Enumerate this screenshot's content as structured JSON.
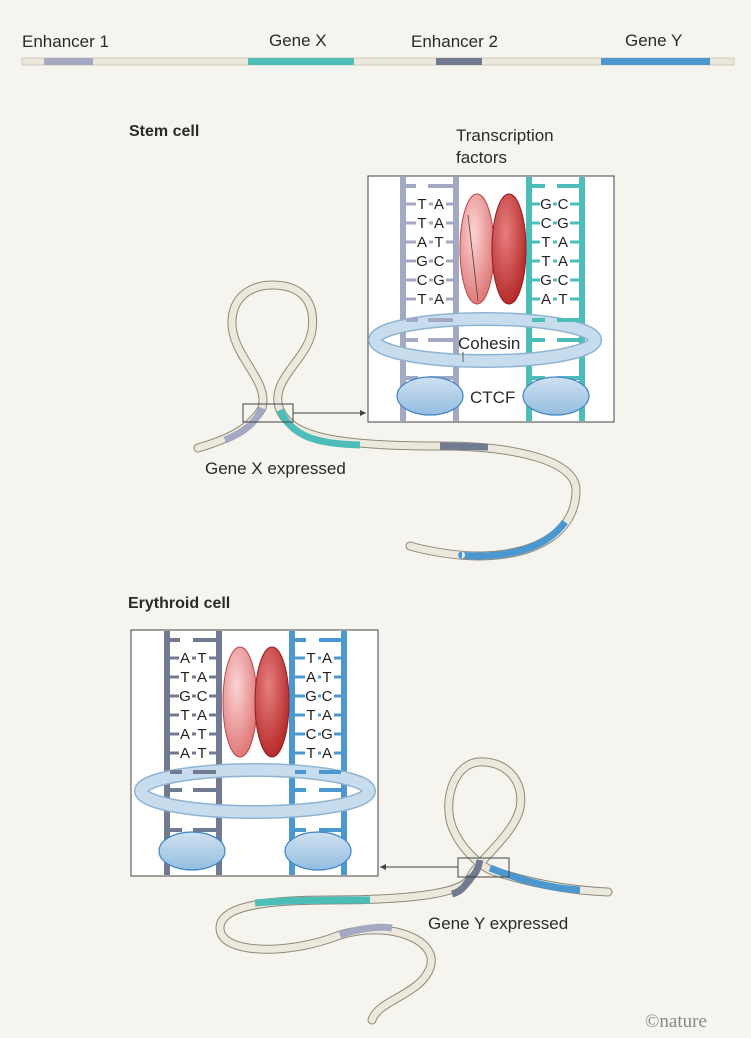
{
  "colors": {
    "background": "#f6f4ee",
    "strand": "#ece9dc",
    "enhancer1": "#a3a9c2",
    "geneX": "#4dbdb9",
    "enhancer2": "#707b91",
    "geneY": "#4b98d0",
    "cohesin": "#b9d2e4",
    "ctcf": "#a9c9e4",
    "tf_light": "#e89292",
    "tf_dark": "#c23a3a"
  },
  "header": {
    "enhancer1": "Enhancer 1",
    "geneX": "Gene X",
    "enhancer2": "Enhancer 2",
    "geneY": "Gene Y"
  },
  "stem": {
    "title": "Stem cell",
    "tf_label_1": "Transcription",
    "tf_label_2": "factors",
    "cohesin_label": "Cohesin",
    "ctcf_label": "CTCF",
    "expressed_label": "Gene X expressed",
    "left_pairs": [
      [
        "T",
        "A"
      ],
      [
        "T",
        "A"
      ],
      [
        "A",
        "T"
      ],
      [
        "G",
        "C"
      ],
      [
        "C",
        "G"
      ],
      [
        "T",
        "A"
      ]
    ],
    "right_pairs": [
      [
        "G",
        "C"
      ],
      [
        "C",
        "G"
      ],
      [
        "T",
        "A"
      ],
      [
        "T",
        "A"
      ],
      [
        "G",
        "C"
      ],
      [
        "A",
        "T"
      ]
    ]
  },
  "erythroid": {
    "title": "Erythroid cell",
    "expressed_label": "Gene Y expressed",
    "left_pairs": [
      [
        "A",
        "T"
      ],
      [
        "T",
        "A"
      ],
      [
        "G",
        "C"
      ],
      [
        "T",
        "A"
      ],
      [
        "A",
        "T"
      ],
      [
        "A",
        "T"
      ]
    ],
    "right_pairs": [
      [
        "T",
        "A"
      ],
      [
        "A",
        "T"
      ],
      [
        "G",
        "C"
      ],
      [
        "T",
        "A"
      ],
      [
        "C",
        "G"
      ],
      [
        "T",
        "A"
      ]
    ]
  },
  "credit": "©nature"
}
